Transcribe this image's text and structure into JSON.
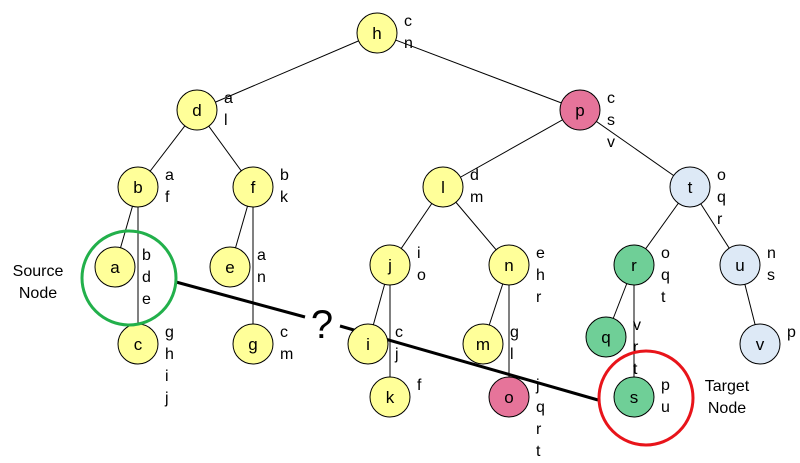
{
  "colors": {
    "yellow": "#ffff99",
    "pink": "#e6749a",
    "blue": "#dde9f6",
    "green": "#6fcf97",
    "source_ring": "#22b04b",
    "target_ring": "#e8141a"
  },
  "nodes": {
    "h": {
      "label": "h",
      "side": [
        "c",
        "n"
      ],
      "color": "yellow"
    },
    "d": {
      "label": "d",
      "side": [
        "a",
        "l"
      ],
      "color": "yellow"
    },
    "p": {
      "label": "p",
      "side": [
        "c",
        "s",
        "v"
      ],
      "color": "pink"
    },
    "b": {
      "label": "b",
      "side": [
        "a",
        "f"
      ],
      "color": "yellow"
    },
    "f": {
      "label": "f",
      "side": [
        "b",
        "k"
      ],
      "color": "yellow"
    },
    "l": {
      "label": "l",
      "side": [
        "d",
        "m"
      ],
      "color": "yellow"
    },
    "t": {
      "label": "t",
      "side": [
        "o",
        "q",
        "r"
      ],
      "color": "blue"
    },
    "a": {
      "label": "a",
      "side": [
        "b",
        "d",
        "e"
      ],
      "color": "yellow"
    },
    "e": {
      "label": "e",
      "side": [
        "a",
        "n"
      ],
      "color": "yellow"
    },
    "j": {
      "label": "j",
      "side": [
        "i",
        "o"
      ],
      "color": "yellow"
    },
    "n": {
      "label": "n",
      "side": [
        "e",
        "h",
        "r"
      ],
      "color": "yellow"
    },
    "r": {
      "label": "r",
      "side": [
        "o",
        "q",
        "t"
      ],
      "color": "green"
    },
    "u": {
      "label": "u",
      "side": [
        "n",
        "s"
      ],
      "color": "blue"
    },
    "c": {
      "label": "c",
      "side": [
        "g",
        "h",
        "i",
        "j"
      ],
      "color": "yellow"
    },
    "g": {
      "label": "g",
      "side": [
        "c",
        "m"
      ],
      "color": "yellow"
    },
    "i": {
      "label": "i",
      "side": [
        "c",
        "j"
      ],
      "color": "yellow"
    },
    "m": {
      "label": "m",
      "side": [
        "g",
        "l"
      ],
      "color": "yellow"
    },
    "q": {
      "label": "q",
      "side": [
        "v",
        "r",
        "t"
      ],
      "color": "green"
    },
    "v": {
      "label": "v",
      "side": [
        "p"
      ],
      "color": "blue"
    },
    "k": {
      "label": "k",
      "side": [
        "f"
      ],
      "color": "yellow"
    },
    "o": {
      "label": "o",
      "side": [
        "j",
        "q",
        "r",
        "t"
      ],
      "color": "pink"
    },
    "s": {
      "label": "s",
      "side": [
        "p",
        "u"
      ],
      "color": "green"
    }
  },
  "edges": [
    [
      "h",
      "d"
    ],
    [
      "h",
      "p"
    ],
    [
      "d",
      "b"
    ],
    [
      "d",
      "f"
    ],
    [
      "p",
      "l"
    ],
    [
      "p",
      "t"
    ],
    [
      "b",
      "a"
    ],
    [
      "b",
      "c"
    ],
    [
      "f",
      "e"
    ],
    [
      "f",
      "g"
    ],
    [
      "l",
      "j"
    ],
    [
      "l",
      "n"
    ],
    [
      "t",
      "r"
    ],
    [
      "t",
      "u"
    ],
    [
      "j",
      "i"
    ],
    [
      "j",
      "k"
    ],
    [
      "n",
      "m"
    ],
    [
      "n",
      "o"
    ],
    [
      "r",
      "q"
    ],
    [
      "r",
      "s"
    ],
    [
      "u",
      "v"
    ]
  ],
  "source": {
    "node": "a",
    "caption_lines": [
      "Source",
      "Node"
    ]
  },
  "target": {
    "node": "s",
    "caption_lines": [
      "Target",
      "Node"
    ]
  },
  "question_mark": "?"
}
